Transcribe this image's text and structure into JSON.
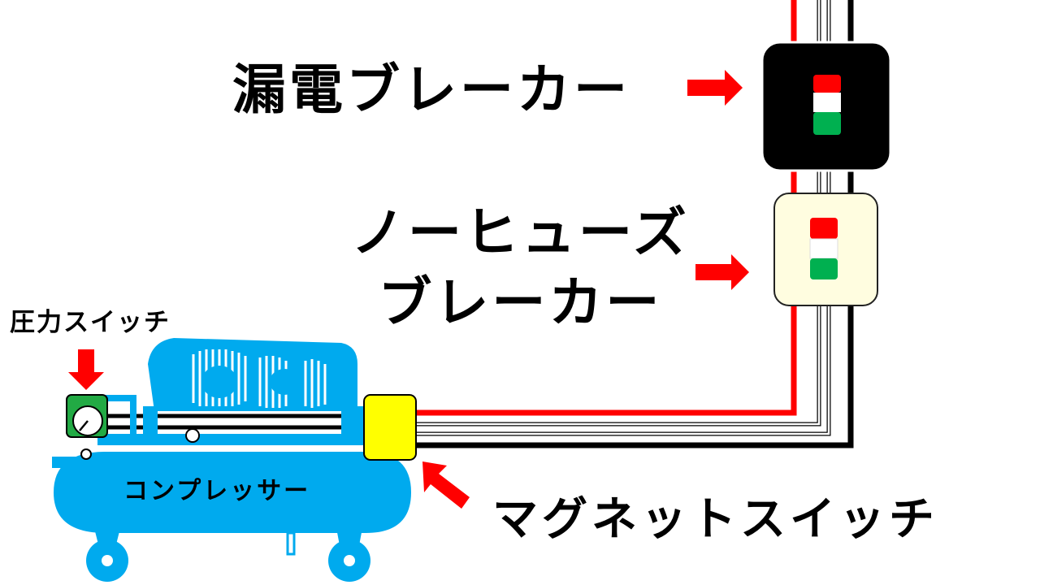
{
  "labels": {
    "earth_leakage_breaker": "漏電ブレーカー",
    "no_fuse_breaker_line1": "ノーヒューズ",
    "no_fuse_breaker_line2": "ブレーカー",
    "pressure_switch": "圧力スイッチ",
    "compressor": "コンプレッサー",
    "magnetic_switch": "マグネットスイッチ"
  },
  "colors": {
    "wire_live": "#ff0000",
    "wire_neutral": "#000000",
    "wire_earth": "#ffffff",
    "arrow": "#ff0000",
    "compressor_body": "#00aaee",
    "elcb_body": "#000000",
    "mccb_body": "#fffde0",
    "magnetic_switch": "#ffff00",
    "pressure_switch": "#22aa44",
    "indicator_top": "#ff0000",
    "indicator_mid": "#ffffff",
    "indicator_bottom": "#00b050"
  },
  "icons": [
    "arrow-right-icon",
    "arrow-down-icon",
    "arrow-up-left-icon",
    "pressure-gauge-icon"
  ]
}
